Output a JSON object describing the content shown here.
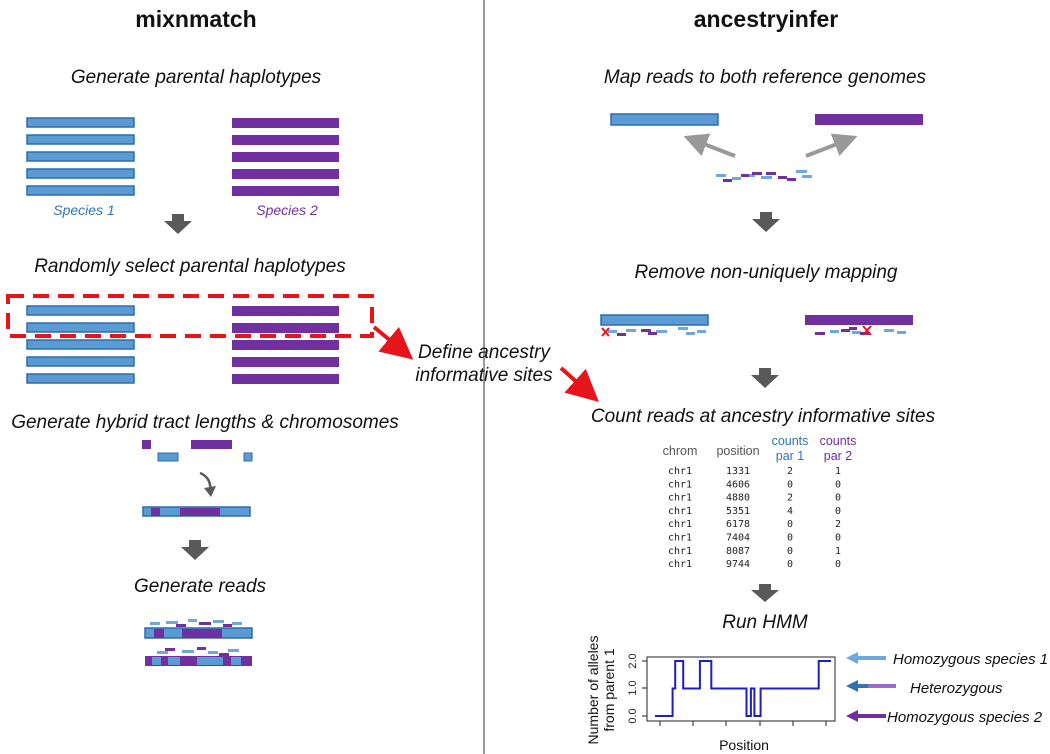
{
  "colors": {
    "blue": "#5b9bd5",
    "blue_border": "#2e6da4",
    "purple": "#7030a0",
    "light_blue": "#6fa8dc",
    "red": "#e8141c",
    "arrow_gray": "#595959",
    "light_gray_arrow": "#999999",
    "hmm_line": "#1f1fbf",
    "header_blue": "#2e75b6",
    "header_purple": "#7030a0"
  },
  "left": {
    "title": "mixnmatch",
    "step1": "Generate parental haplotypes",
    "species1": "Species 1",
    "species2": "Species 2",
    "step2": "Randomly select parental haplotypes",
    "step3": "Generate hybrid tract lengths & chromosomes",
    "step4": "Generate reads"
  },
  "middle": {
    "define_line1": "Define ancestry",
    "define_line2": "informative sites"
  },
  "right": {
    "title": "ancestryinfer",
    "step1": "Map reads to both reference genomes",
    "step2": "Remove non-uniquely mapping",
    "step3": "Count reads at ancestry informative sites",
    "step4": "Run HMM",
    "table": {
      "headers": [
        "chrom",
        "position",
        "counts",
        "par 1",
        "counts",
        "par 2"
      ],
      "rows": [
        [
          "chr1",
          "1331",
          "2",
          "1"
        ],
        [
          "chr1",
          "4606",
          "0",
          "0"
        ],
        [
          "chr1",
          "4880",
          "2",
          "0"
        ],
        [
          "chr1",
          "5351",
          "4",
          "0"
        ],
        [
          "chr1",
          "6178",
          "0",
          "2"
        ],
        [
          "chr1",
          "7404",
          "0",
          "0"
        ],
        [
          "chr1",
          "8087",
          "0",
          "1"
        ],
        [
          "chr1",
          "9744",
          "0",
          "0"
        ]
      ]
    },
    "hmm": {
      "ylabel_line1": "Number of alleles",
      "ylabel_line2": "from parent 1",
      "xlabel": "Position",
      "yticks": [
        "0.0",
        "1.0",
        "2.0"
      ],
      "states": {
        "hom1": "Homozygous species 1",
        "het": "Heterozygous",
        "hom2": "Homozygous species 2"
      },
      "trace": [
        [
          0,
          0
        ],
        [
          0.1,
          0
        ],
        [
          0.1,
          1
        ],
        [
          0.115,
          1
        ],
        [
          0.115,
          2
        ],
        [
          0.16,
          2
        ],
        [
          0.16,
          1
        ],
        [
          0.255,
          1
        ],
        [
          0.255,
          2
        ],
        [
          0.32,
          2
        ],
        [
          0.32,
          1
        ],
        [
          0.52,
          1
        ],
        [
          0.52,
          0
        ],
        [
          0.545,
          0
        ],
        [
          0.545,
          1
        ],
        [
          0.565,
          1
        ],
        [
          0.565,
          0
        ],
        [
          0.6,
          0
        ],
        [
          0.6,
          1
        ],
        [
          0.93,
          1
        ],
        [
          0.93,
          2
        ],
        [
          1,
          2
        ]
      ]
    }
  }
}
